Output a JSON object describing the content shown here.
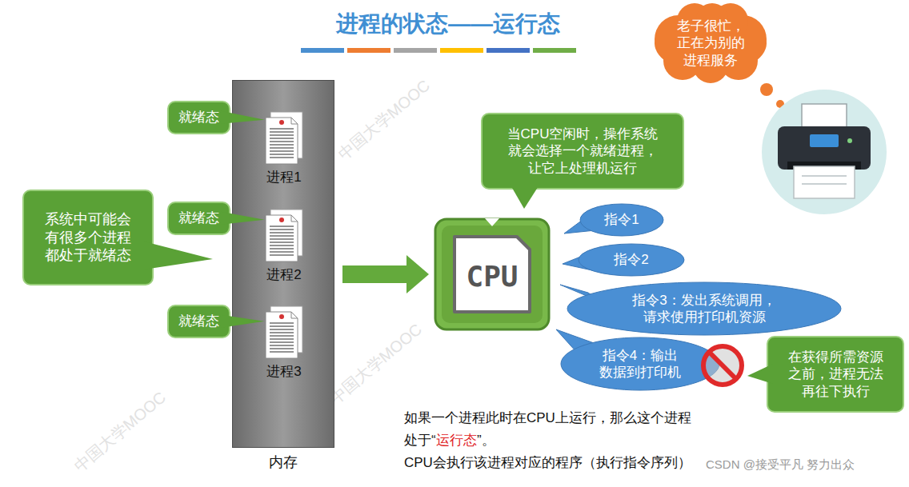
{
  "diagram": {
    "title": "进程的状态——运行态",
    "nodes": [
      {
        "text": [
          "内存"
        ]
      },
      {
        "text": [
          "进程1"
        ],
        "in": 0
      },
      {
        "text": [
          "进程2"
        ],
        "in": 0
      },
      {
        "text": [
          "进程3"
        ],
        "in": 0
      },
      {
        "text": [
          "就绪态"
        ]
      },
      {
        "text": [
          "就绪态"
        ]
      },
      {
        "text": [
          "就绪态"
        ]
      },
      {
        "text": [
          "系统中可能会 有很多个进程 都处于就绪态"
        ]
      },
      {
        "text": [
          "当CPU空闲时，操作系统 就会选择一个就绪进程， 让它上处理机运行"
        ]
      },
      {
        "text": [
          "CPU"
        ]
      },
      {
        "text": [
          "指令1"
        ]
      },
      {
        "text": [
          "指令2"
        ]
      },
      {
        "text": [
          "指令3：发出系统调用， 请求使用打印机资源"
        ]
      },
      {
        "text": [
          "指令4：输出 数据到打印机"
        ]
      },
      {
        "text": [
          "在获得所需资源 之前，进程无法 再往下执行"
        ]
      },
      {
        "text": [
          "老子很忙， 正在为别的 进程服务"
        ]
      }
    ],
    "edges": [
      {
        "from": 0,
        "to": 9,
        "arrow": "to"
      }
    ],
    "labels": [
      "如果一个进程此时在CPU上运行，那么这个进程",
      "处于“",
      "运行态",
      "”。",
      "CPU会执行该进程对应的程序（执行指令序列）",
      "CSDN @接受平凡 努力出众",
      "中国大学MOOC",
      "中国大学MOOC",
      "中国大学MOOC"
    ]
  }
}
